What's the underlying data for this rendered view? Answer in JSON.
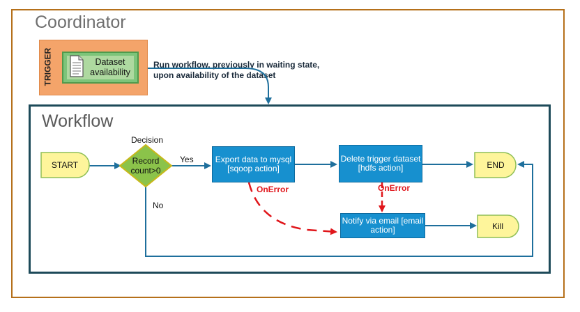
{
  "coordinator": {
    "title": "Coordinator"
  },
  "trigger": {
    "label": "TRIGGER",
    "dataset_label": "Dataset availability"
  },
  "note": "Run workflow, previously in waiting state, upon availability of the dataset",
  "workflow": {
    "title": "Workflow",
    "nodes": {
      "start": "START",
      "decision_caption": "Decision",
      "decision": "Record count>0",
      "export": "Export data to mysql [sqoop action]",
      "delete": "Delete trigger dataset [hdfs action]",
      "end": "END",
      "notify": "Notify via email [email action]",
      "kill": "Kill"
    },
    "edge_labels": {
      "yes": "Yes",
      "no": "No",
      "on_error_1": "OnError",
      "on_error_2": "OnError"
    }
  },
  "colors": {
    "frame_orange": "#b5701a",
    "trigger_fill": "#f4a46a",
    "action_blue": "#1790cf",
    "terminal_yellow": "#fef59b",
    "decision_green": "#8bc34a",
    "error_red": "#e0161b",
    "workflow_border": "#1d4a59"
  }
}
